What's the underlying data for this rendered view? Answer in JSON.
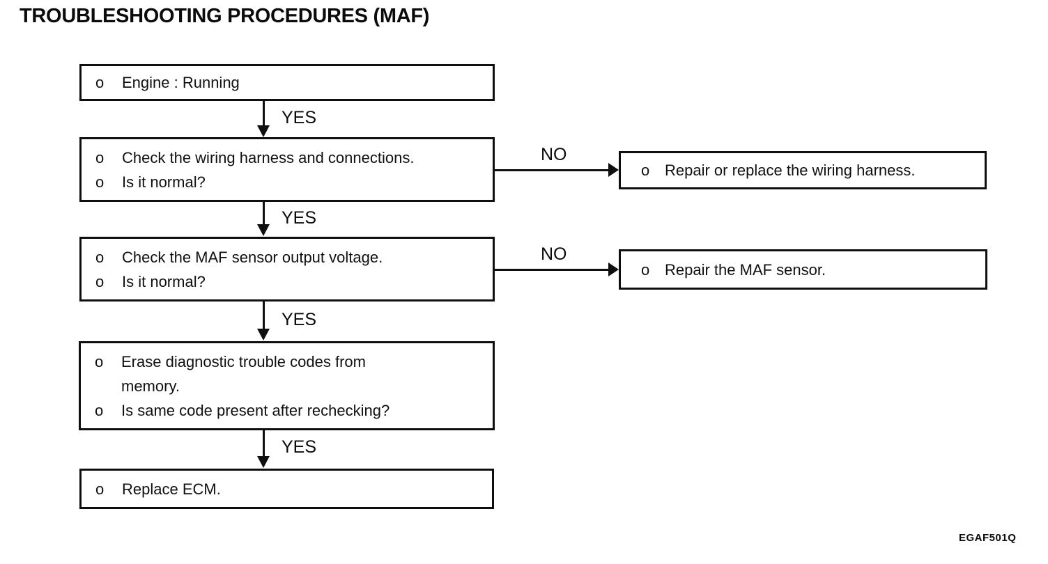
{
  "title": "TROUBLESHOOTING PROCEDURES (MAF)",
  "figure_code": "EGAF501Q",
  "colors": {
    "ink": "#0f0f0f",
    "paper": "#ffffff"
  },
  "labels": {
    "yes": "YES",
    "no": "NO"
  },
  "boxes": [
    {
      "name": "engine-running",
      "lines": [
        {
          "bullet": "o",
          "text": "Engine : Running"
        }
      ]
    },
    {
      "name": "check-wiring-harness",
      "lines": [
        {
          "bullet": "o",
          "text": "Check the wiring harness and connections."
        },
        {
          "bullet": "o",
          "text": "Is it normal?"
        }
      ]
    },
    {
      "name": "check-maf-output-voltage",
      "lines": [
        {
          "bullet": "o",
          "text": "Check the MAF sensor output voltage."
        },
        {
          "bullet": "o",
          "text": "Is it normal?"
        }
      ]
    },
    {
      "name": "erase-diagnostic-codes",
      "lines": [
        {
          "bullet": "o",
          "text": "Erase diagnostic trouble codes from"
        },
        {
          "bullet": "",
          "text": "memory."
        },
        {
          "bullet": "o",
          "text": "Is same code present after rechecking?"
        }
      ]
    },
    {
      "name": "replace-ecm",
      "lines": [
        {
          "bullet": "o",
          "text": "Replace ECM."
        }
      ]
    },
    {
      "name": "repair-or-replace-wiring-harness",
      "lines": [
        {
          "bullet": "o",
          "text": "Repair or replace the wiring harness."
        }
      ]
    },
    {
      "name": "repair-maf-sensor",
      "lines": [
        {
          "bullet": "o",
          "text": "Repair the MAF sensor."
        }
      ]
    }
  ]
}
